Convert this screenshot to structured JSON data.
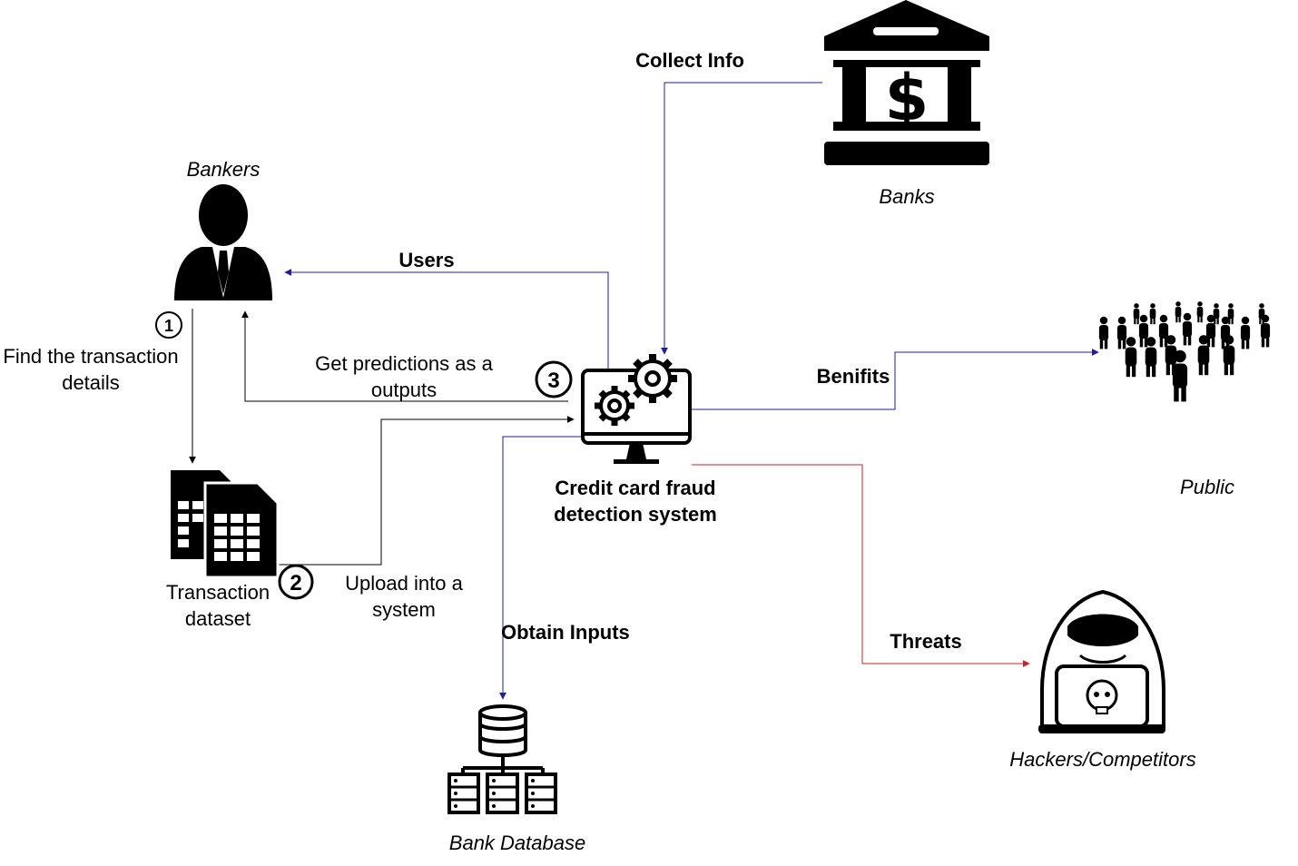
{
  "actors": {
    "bankers": "Bankers",
    "banks": "Banks",
    "public": "Public",
    "hackers": "Hackers/Competitors",
    "bank_database": "Bank Database",
    "transaction_dataset": "Transaction dataset",
    "system": "Credit card fraud detection system"
  },
  "flows": {
    "collect_info": "Collect Info",
    "users": "Users",
    "benefits": "Benifits",
    "threats": "Threats",
    "obtain_inputs": "Obtain Inputs",
    "find_details": "Find the transaction details",
    "upload": "Upload into a system",
    "predictions": "Get predictions as a outputs"
  },
  "steps": [
    "1",
    "2",
    "3"
  ],
  "icons": {
    "bankers": "businessman-icon",
    "banks": "bank-building-icon",
    "public": "crowd-icon",
    "hackers": "hacker-icon",
    "database": "database-server-icon",
    "dataset": "spreadsheet-documents-icon",
    "system": "computer-gears-icon"
  },
  "colors": {
    "blue_flow": "#1f1fa0",
    "black_flow": "#000000",
    "red_flow": "#cc2222"
  }
}
